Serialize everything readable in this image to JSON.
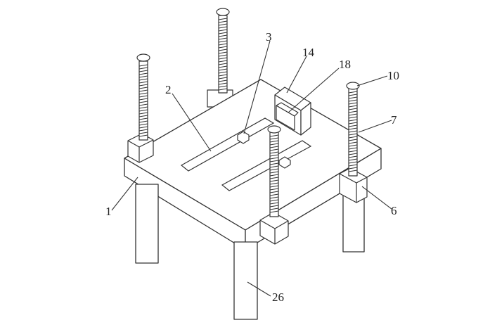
{
  "labels": {
    "l1": "1",
    "l2": "2",
    "l3": "3",
    "l6": "6",
    "l7": "7",
    "l10": "10",
    "l14": "14",
    "l18": "18",
    "l26": "26"
  }
}
